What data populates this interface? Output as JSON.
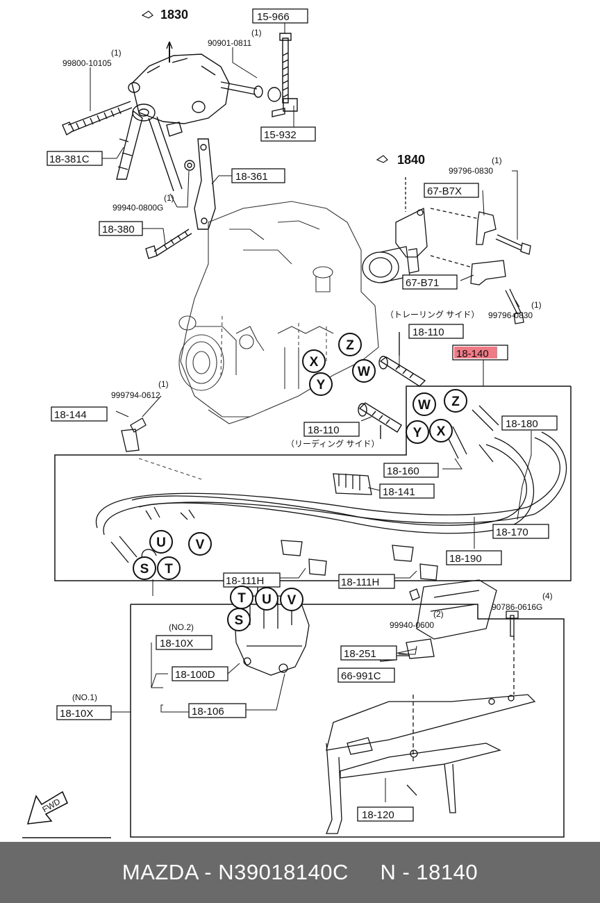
{
  "refs": {
    "r1830": "1830",
    "r1840": "1840"
  },
  "parts": {
    "p15_966": "15-966",
    "p15_932": "15-932",
    "p18_381C": "18-381C",
    "p18_361": "18-361",
    "p18_380": "18-380",
    "p67_B7X": "67-B7X",
    "p67_B71": "67-B71",
    "p18_110_top": "18-110",
    "p18_140": "18-140",
    "p18_110_bottom": "18-110",
    "p18_144": "18-144",
    "p18_180": "18-180",
    "p18_160": "18-160",
    "p18_141": "18-141",
    "p18_170": "18-170",
    "p18_190": "18-190",
    "p18_111H_left": "18-111H",
    "p18_111H_right": "18-111H",
    "p18_10X_no2": "18-10X",
    "p18_100D": "18-100D",
    "p18_106": "18-106",
    "p18_10X_no1": "18-10X",
    "p18_251": "18-251",
    "p66_991C": "66-991C",
    "p18_120": "18-120"
  },
  "callouts": {
    "c90901": "90901-0811",
    "q90901": "(1)",
    "c99800": "99800-10105",
    "q99800": "(1)",
    "c99940a": "99940-0800G",
    "q99940a": "(1)",
    "c99796a": "99796-0830",
    "q99796a": "(1)",
    "c99796b": "99796-0830",
    "q99796b": "(1)",
    "c999794": "999794-0612",
    "q999794": "(1)",
    "c90786": "90786-0616G",
    "q90786": "(4)",
    "c99940b": "99940-0600",
    "q99940b": "(2)",
    "no2": "(NO.2)",
    "no1": "(NO.1)"
  },
  "jp_labels": {
    "trailing": "（トレーリング  サイド）",
    "leading": "（リーディング  サイド）"
  },
  "letters": {
    "z1": "Z",
    "x1": "X",
    "w1": "W",
    "y1": "Y",
    "w2": "W",
    "z2": "Z",
    "y2": "Y",
    "x2": "X",
    "u1": "U",
    "v1": "V",
    "s1": "S",
    "t1": "T",
    "t2": "T",
    "u2": "U",
    "v2": "V",
    "s2": "S"
  },
  "fwd": "FWD",
  "footer": {
    "text": "MAZDA - N39018140C     N - 18140"
  },
  "colors": {
    "highlight": "#f07a86",
    "footer_bg": "#6a6a6a",
    "ink": "#111111"
  }
}
